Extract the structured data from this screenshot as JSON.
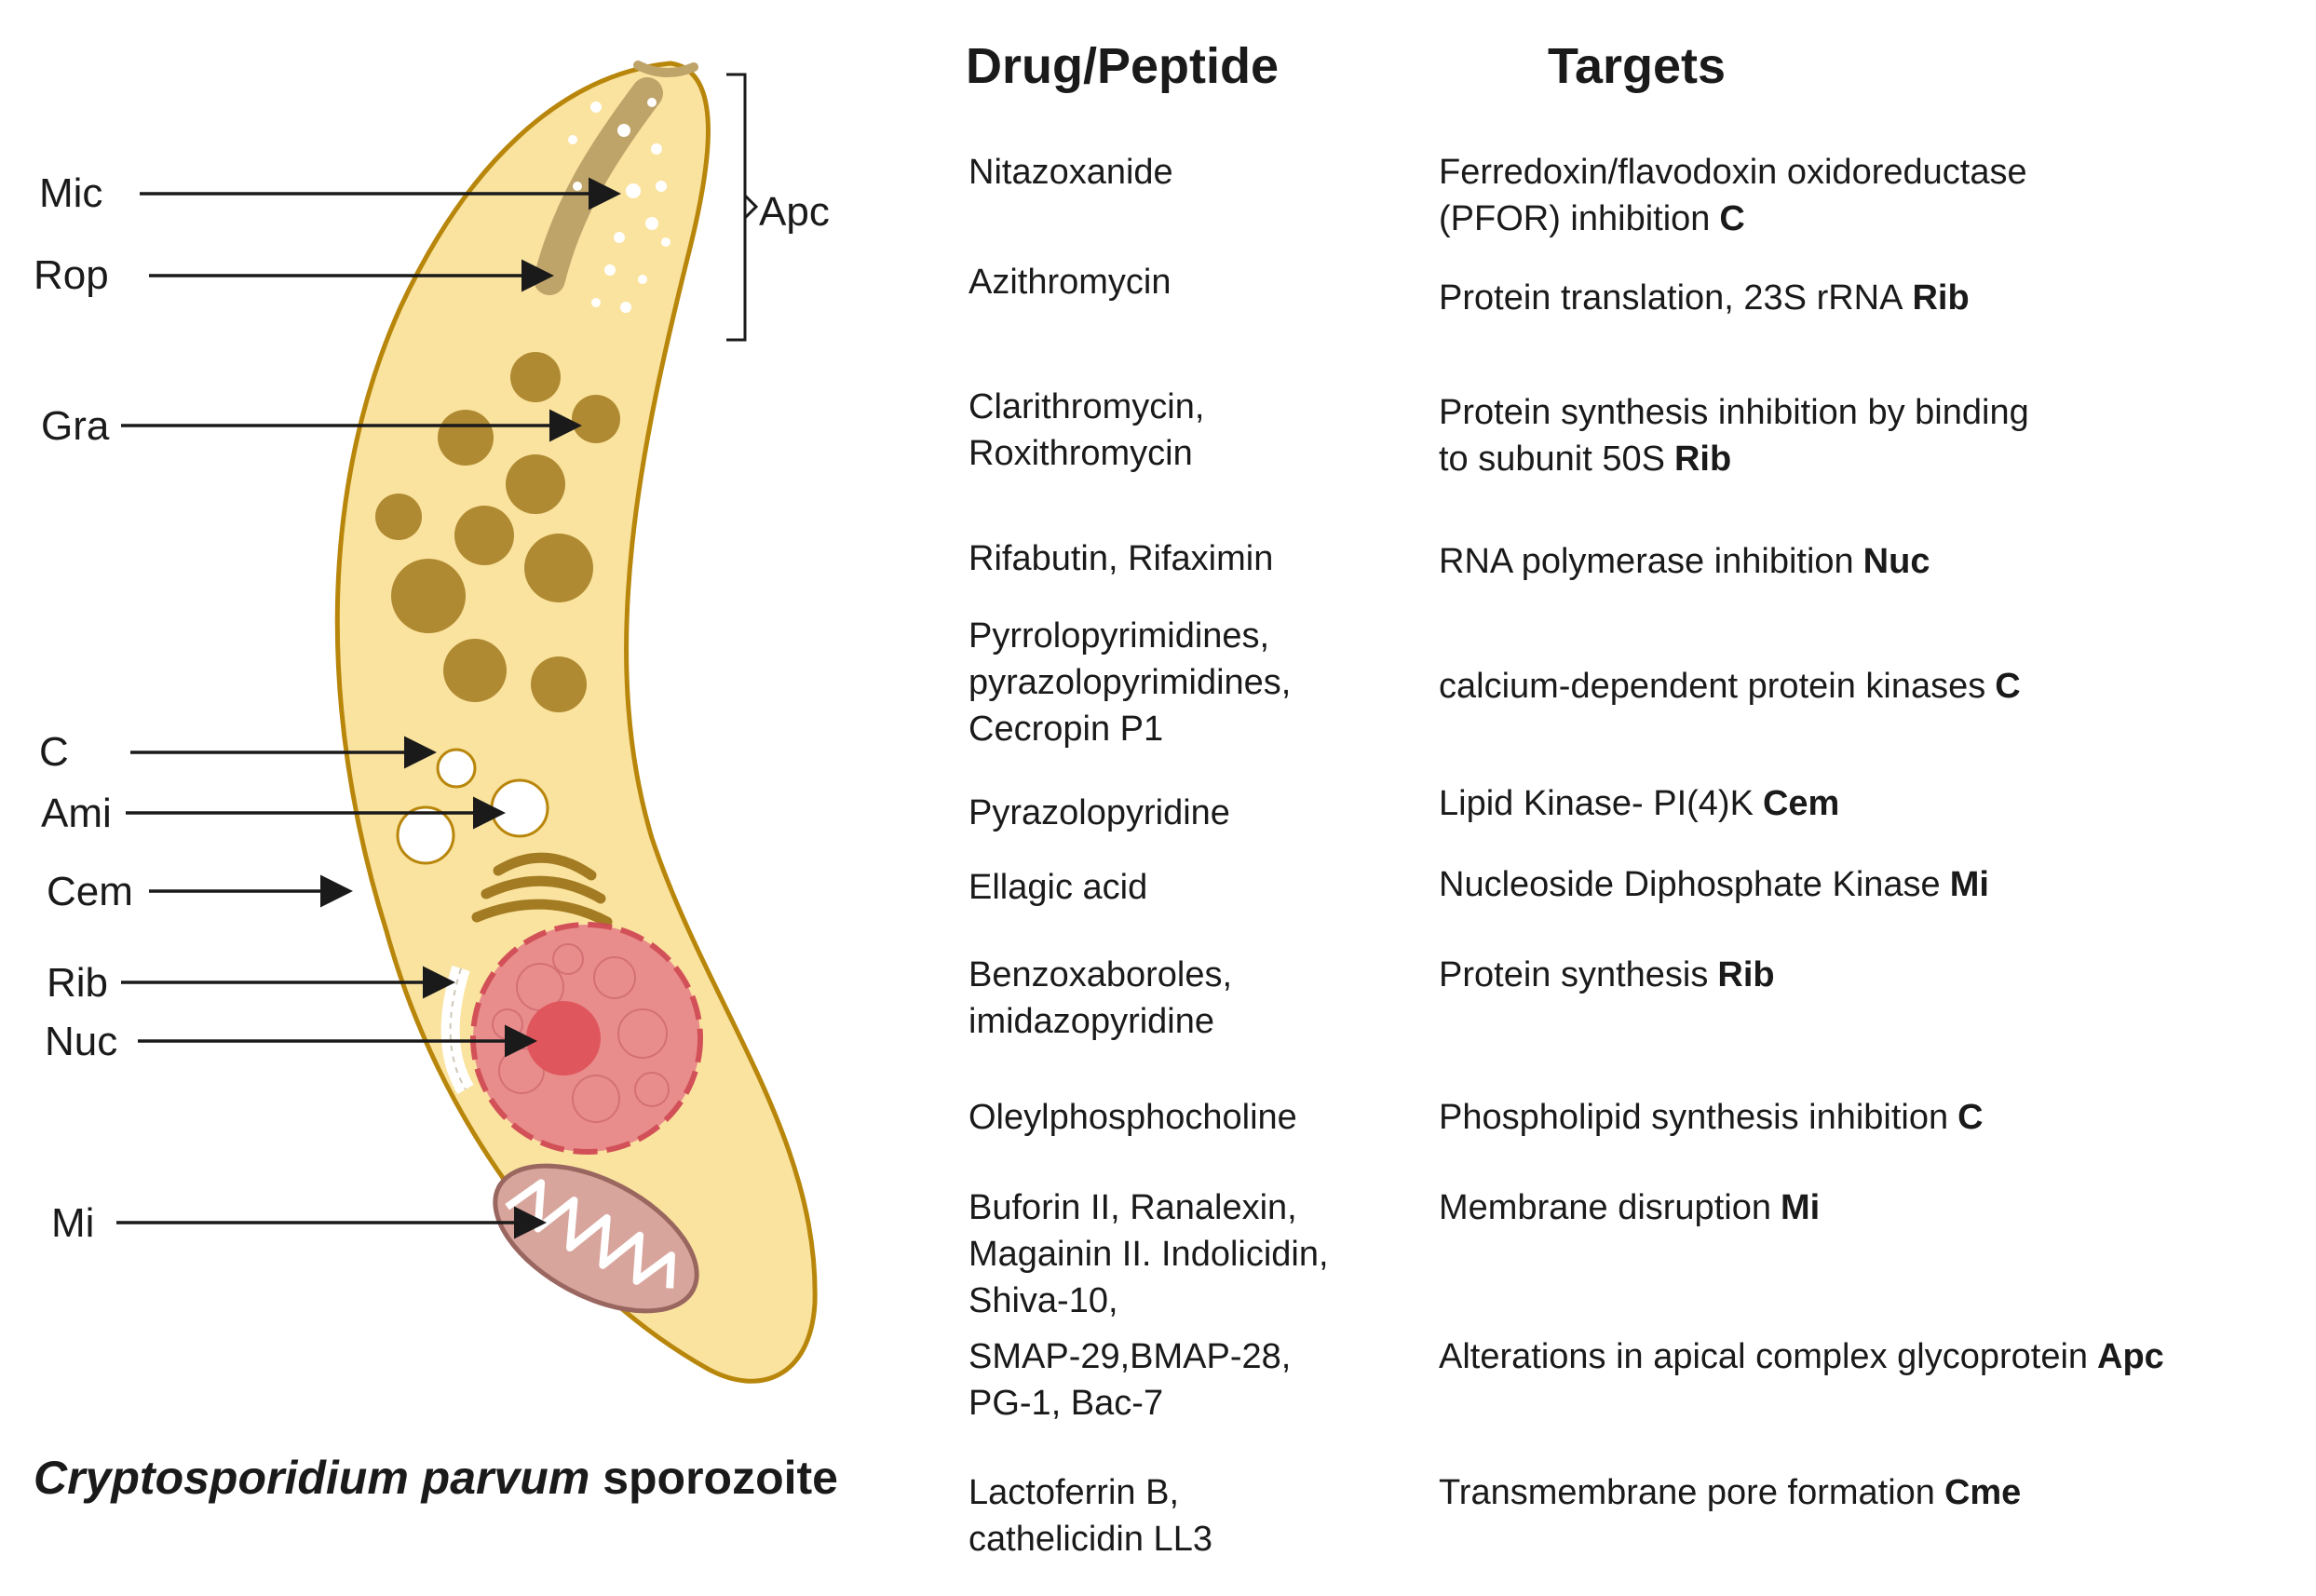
{
  "cell": {
    "labels": {
      "mic": "Mic",
      "rop": "Rop",
      "gra": "Gra",
      "c": "C",
      "ami": "Ami",
      "cem": "Cem",
      "rib": "Rib",
      "nuc": "Nuc",
      "mi": "Mi",
      "apc": "Apc"
    },
    "caption": {
      "species": "Cryptosporidium parvum",
      "stage": "sporozoite"
    },
    "colors": {
      "cytoplasm": "#fae39f",
      "outline": "#b8860b",
      "granule": "#b08a32",
      "nucleus": "#e8898c",
      "nucleolus": "#e0565d",
      "mitochondrion": "#d8a59c",
      "rhoptry": "#bfa46a",
      "golgi": "#a37b22"
    }
  },
  "table": {
    "headers": {
      "drug": "Drug/Peptide",
      "target": "Targets"
    },
    "rows": [
      {
        "drug": [
          "Nitazoxanide"
        ],
        "target": [
          "Ferredoxin/flavodoxin oxidoreductase",
          "(PFOR) inhibition"
        ],
        "tag": "C"
      },
      {
        "drug": [
          "Azithromycin"
        ],
        "target": [
          "Protein translation, 23S  rRNA"
        ],
        "tag": "Rib"
      },
      {
        "drug": [
          "Clarithromycin,",
          "Roxithromycin"
        ],
        "target": [
          "Protein synthesis inhibition by binding",
          "to subunit 50S"
        ],
        "tag": "Rib"
      },
      {
        "drug": [
          "Rifabutin, Rifaximin"
        ],
        "target": [
          "RNA polymerase inhibition"
        ],
        "tag": "Nuc"
      },
      {
        "drug": [
          "Pyrrolopyrimidines,",
          "pyrazolopyrimidines,",
          "Cecropin P1"
        ],
        "target": [
          "calcium-dependent protein kinases"
        ],
        "tag": "C"
      },
      {
        "drug": [
          "Pyrazolopyridine"
        ],
        "target": [
          "Lipid Kinase- PI(4)K"
        ],
        "tag": "Cem"
      },
      {
        "drug": [
          "Ellagic acid"
        ],
        "target": [
          "Nucleoside Diphosphate Kinase"
        ],
        "tag": "Mi"
      },
      {
        "drug": [
          "Benzoxaboroles,",
          "imidazopyridine"
        ],
        "target": [
          "Protein synthesis"
        ],
        "tag": "Rib"
      },
      {
        "drug": [
          "Oleylphosphocholine"
        ],
        "target": [
          "Phospholipid synthesis inhibition"
        ],
        "tag": "C"
      },
      {
        "drug": [
          "Buforin II, Ranalexin,",
          "Magainin II. Indolicidin,",
          "Shiva-10,"
        ],
        "target": [
          "Membrane disruption"
        ],
        "tag": "Mi"
      },
      {
        "drug": [
          "SMAP-29,BMAP-28,",
          "PG-1, Bac-7"
        ],
        "target": [
          "Alterations in apical complex glycoprotein"
        ],
        "tag": "Apc"
      },
      {
        "drug": [
          "Lactoferrin   B,",
          "cathelicidin LL3"
        ],
        "target": [
          "Transmembrane pore formation"
        ],
        "tag": "Cme"
      }
    ]
  }
}
